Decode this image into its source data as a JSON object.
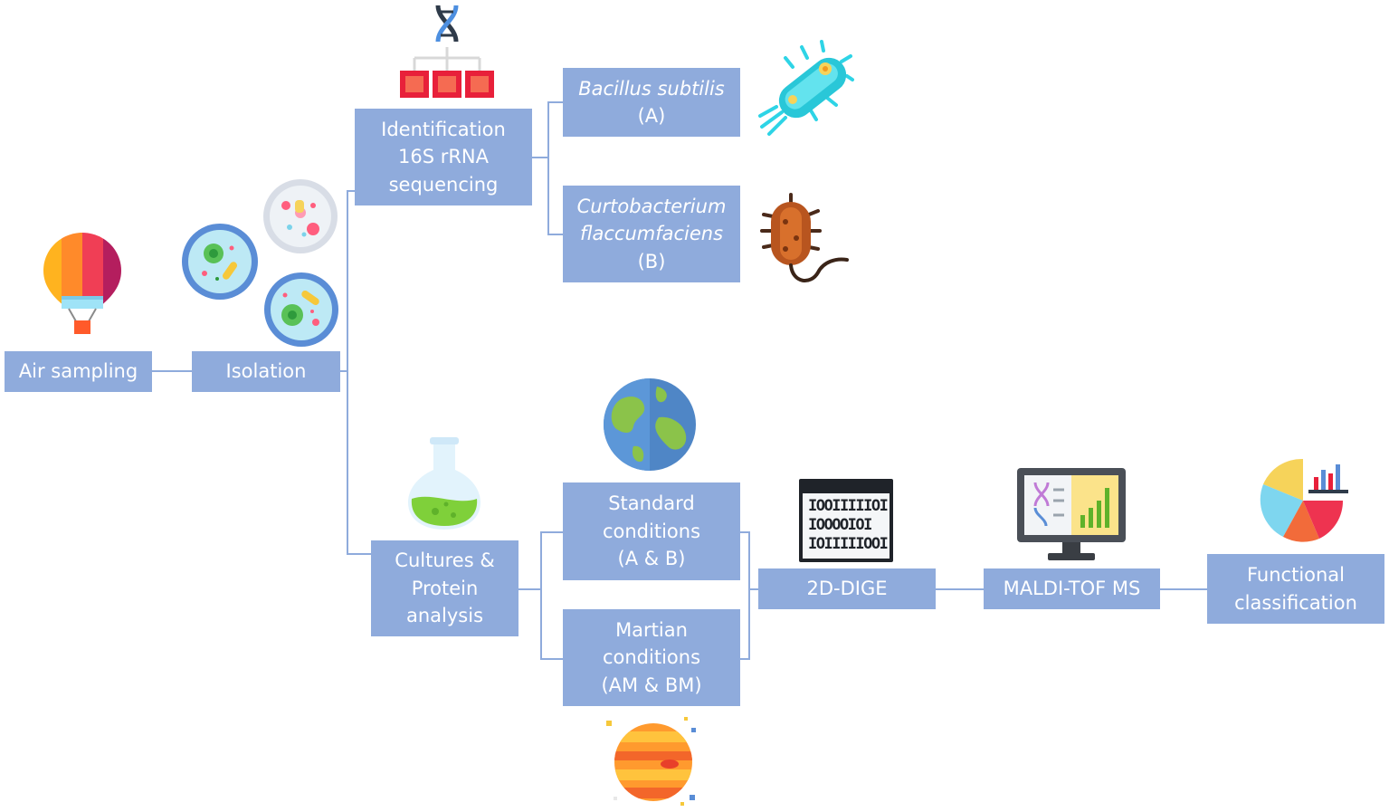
{
  "nodes": {
    "air_sampling": {
      "lines": [
        "Air sampling"
      ]
    },
    "isolation": {
      "lines": [
        "Isolation"
      ]
    },
    "identification": {
      "lines": [
        "Identification",
        "16S rRNA",
        "sequencing"
      ]
    },
    "bacillus": {
      "lines": [
        "Bacillus subtilis",
        "(A)"
      ]
    },
    "curtobacterium": {
      "lines": [
        "Curtobacterium",
        "flaccumfaciens",
        "(B)"
      ]
    },
    "cultures": {
      "lines": [
        "Cultures &",
        "Protein",
        "analysis"
      ]
    },
    "standard": {
      "lines": [
        "Standard",
        "conditions",
        "(A & B)"
      ]
    },
    "martian": {
      "lines": [
        "Martian",
        "conditions",
        "(AM & BM)"
      ]
    },
    "dige": {
      "lines": [
        "2D-DIGE"
      ]
    },
    "maldi": {
      "lines": [
        "MALDI-TOF MS"
      ]
    },
    "functional": {
      "lines": [
        "Functional",
        "classification"
      ]
    }
  },
  "dige_icon_code": [
    "IOOIIIIIOI",
    "IOOOOIOI",
    "IOIIIIIOOI"
  ],
  "colors": {
    "box": "#8fabdc",
    "line": "#8fabdc",
    "text": "#ffffff"
  },
  "icons": [
    "hot-air-balloon-icon",
    "petri-dish-icon",
    "dna-icon",
    "bacterium-icon",
    "earth-icon",
    "flask-icon",
    "mars-planet-icon",
    "binary-code-window-icon",
    "monitor-chart-icon",
    "pie-chart-icon"
  ]
}
